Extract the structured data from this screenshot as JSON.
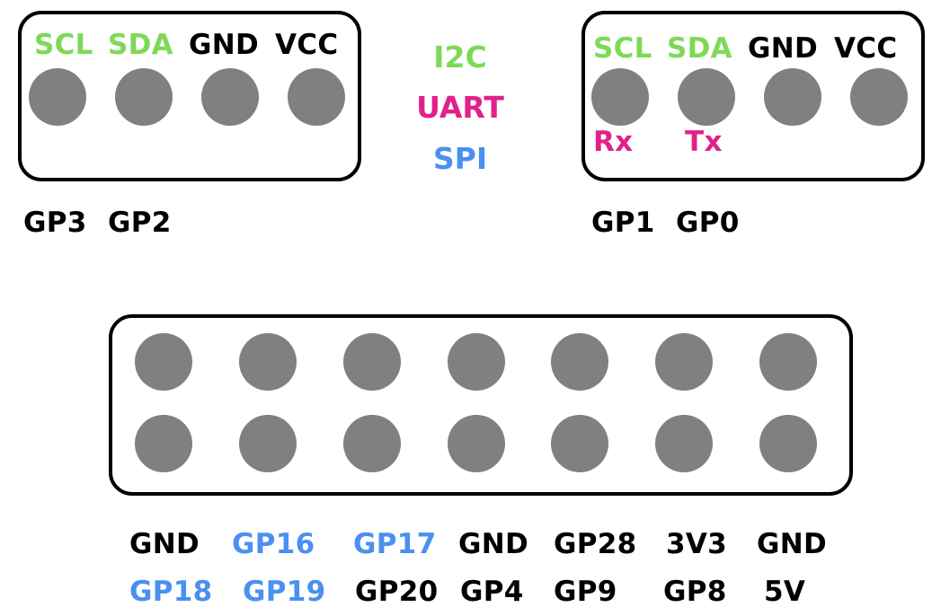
{
  "colors": {
    "i2c": "#7ed957",
    "uart": "#e0218a",
    "spi": "#4a90f0",
    "text": "#000000",
    "pin": "#808080"
  },
  "legend": {
    "i2c": "I2C",
    "uart": "UART",
    "spi": "SPI"
  },
  "left_connector": {
    "pins": [
      {
        "label": "SCL",
        "type": "i2c",
        "gpio": "GP3"
      },
      {
        "label": "SDA",
        "type": "i2c",
        "gpio": "GP2"
      },
      {
        "label": "GND",
        "type": "power",
        "gpio": ""
      },
      {
        "label": "VCC",
        "type": "power",
        "gpio": ""
      }
    ]
  },
  "right_connector": {
    "pins": [
      {
        "label": "SCL",
        "type": "i2c",
        "uart": "Rx",
        "gpio": "GP1"
      },
      {
        "label": "SDA",
        "type": "i2c",
        "uart": "Tx",
        "gpio": "GP0"
      },
      {
        "label": "GND",
        "type": "power",
        "uart": "",
        "gpio": ""
      },
      {
        "label": "VCC",
        "type": "power",
        "uart": "",
        "gpio": ""
      }
    ]
  },
  "header": {
    "top_row": [
      {
        "label": "GND",
        "type": "power"
      },
      {
        "label": "GP16",
        "type": "spi"
      },
      {
        "label": "GP17",
        "type": "spi"
      },
      {
        "label": "GND",
        "type": "power"
      },
      {
        "label": "GP28",
        "type": "gpio"
      },
      {
        "label": "3V3",
        "type": "power"
      },
      {
        "label": "GND",
        "type": "power"
      }
    ],
    "bottom_row": [
      {
        "label": "GP18",
        "type": "spi"
      },
      {
        "label": "GP19",
        "type": "spi"
      },
      {
        "label": "GP20",
        "type": "gpio"
      },
      {
        "label": "GP4",
        "type": "gpio"
      },
      {
        "label": "GP9",
        "type": "gpio"
      },
      {
        "label": "GP8",
        "type": "gpio"
      },
      {
        "label": "5V",
        "type": "power"
      }
    ]
  }
}
